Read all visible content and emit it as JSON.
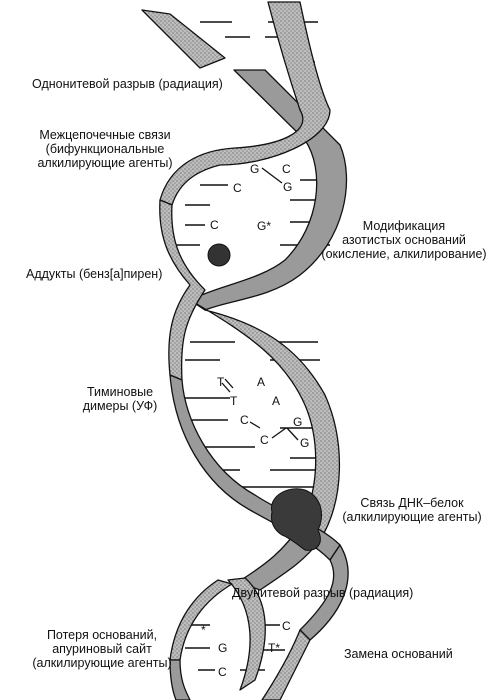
{
  "labels": {
    "single_strand_break": "Однонитевой разрыв (радиация)",
    "crosslinks": [
      "Межцепочечные связи",
      "(бифункциональные",
      "алкилирующие агенты)"
    ],
    "base_modification": [
      "Модификация",
      "азотистых оснований",
      "(окисление, алкилирование)"
    ],
    "adducts": "Аддукты (бенз[а]пирен)",
    "thymine_dimers": [
      "Тиминовые",
      "димеры (УФ)"
    ],
    "dna_protein": [
      "Связь ДНК–белок",
      "(алкилирующие агенты)"
    ],
    "double_strand_break": "Двунитевой разрыв (радиация)",
    "base_loss": [
      "Потеря оснований,",
      "апуриновый сайт",
      "(алкилирующие агенты)"
    ],
    "base_substitution": "Замена оснований"
  },
  "bases": {
    "crosslink_g1": "G",
    "crosslink_c1": "C",
    "crosslink_c2": "C",
    "crosslink_g2": "G",
    "mod_c": "C",
    "mod_g": "G*",
    "dimer_t1": "T",
    "dimer_t2": "T",
    "dimer_a1": "A",
    "dimer_a2": "A",
    "pair_c1": "C",
    "pair_g1": "G",
    "pair_c2": "C",
    "pair_g2": "G",
    "loss_star": "*",
    "loss_g": "G",
    "loss_c": "C",
    "subst_c": "C",
    "subst_t": "T*"
  },
  "colors": {
    "strand": "#9a9a9a",
    "ink": "#111111",
    "adduct": "#333333",
    "protein": "#3a3a3a"
  }
}
